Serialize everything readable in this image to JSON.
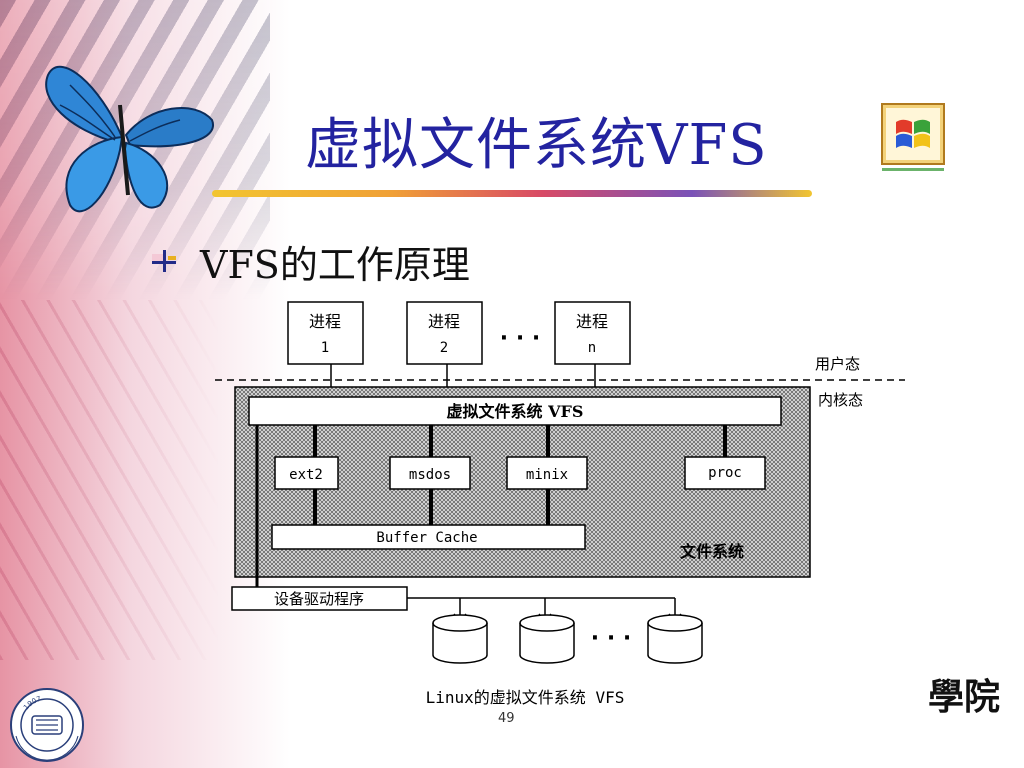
{
  "slide": {
    "title": "虚拟文件系统VFS",
    "bullet": "VFS的工作原理",
    "school_mark": "學院",
    "page_number": "49"
  },
  "diagram": {
    "processes": [
      {
        "line1": "进程",
        "line2": "1"
      },
      {
        "line1": "进程",
        "line2": "2"
      },
      {
        "line1": "进程",
        "line2": "n"
      }
    ],
    "ellipsis": "· · ·",
    "user_mode_label": "用户态",
    "kernel_mode_label": "内核态",
    "vfs_bar_label": "虚拟文件系统 VFS",
    "filesystems": [
      "ext2",
      "msdos",
      "minix",
      "proc"
    ],
    "buffer_cache_label": "Buffer Cache",
    "fs_region_label": "文件系统",
    "driver_label": "设备驱动程序",
    "disk_ellipsis": "· · ·",
    "caption": "Linux的虚拟文件系统 VFS"
  },
  "colors": {
    "title": "#2323a0",
    "rule_start": "#f2c530",
    "rule_mid": "#d84a66",
    "rule_end": "#7a52b8",
    "butterfly": "#2f86d6",
    "seal": "#2a3f7a"
  }
}
